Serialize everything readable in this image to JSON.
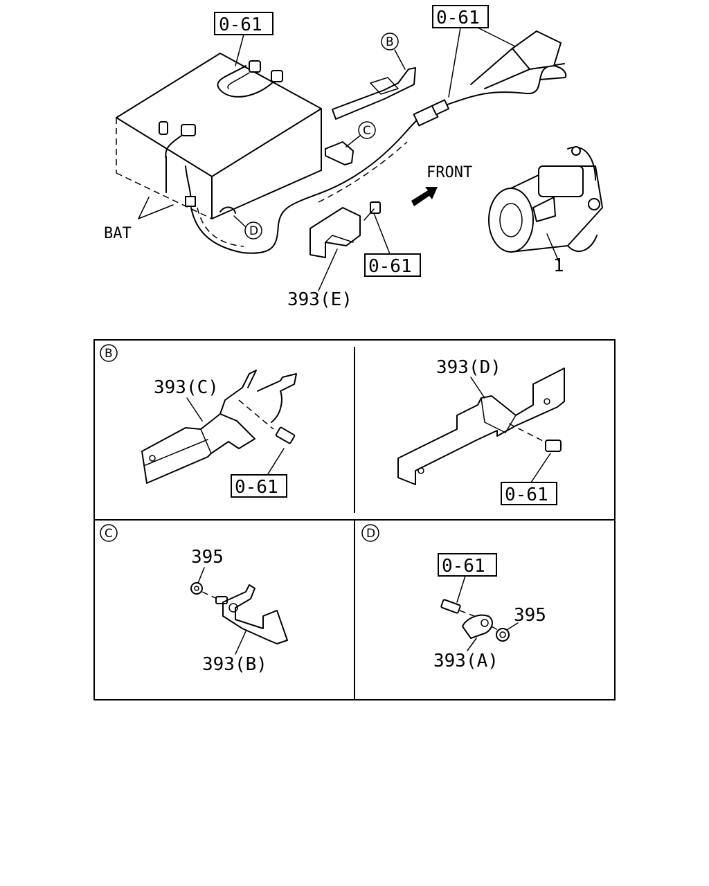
{
  "refs": {
    "ref_0_61": "0-61",
    "bat": "BAT",
    "front": "FRONT",
    "starter": "1",
    "p393a": "393(A)",
    "p393b": "393(B)",
    "p393c": "393(C)",
    "p393d": "393(D)",
    "p393e": "393(E)",
    "p395": "395"
  },
  "detail_markers": {
    "b": "B",
    "c": "C",
    "d": "D"
  }
}
